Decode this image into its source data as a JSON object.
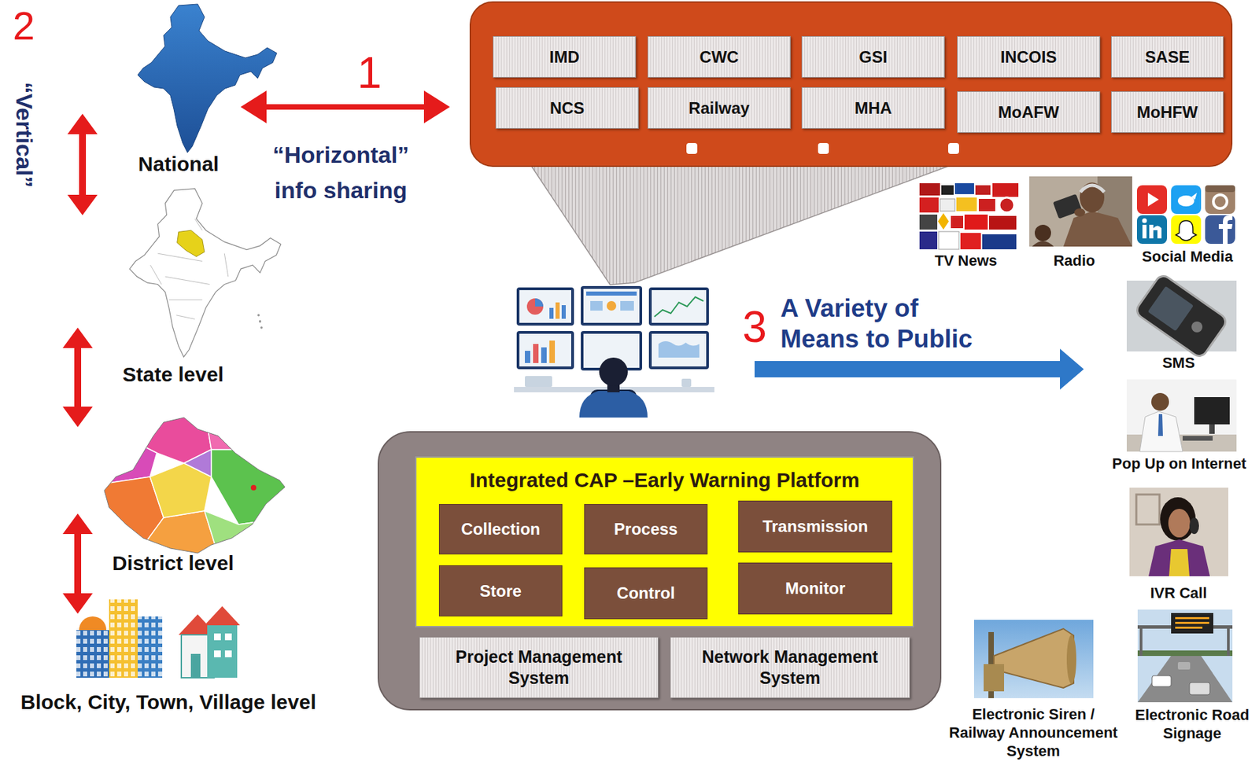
{
  "diagram": {
    "nodes": [
      {
        "text": []
      },
      {
        "text": [
          "IMD"
        ],
        "in": 0
      },
      {
        "text": [
          "CWC"
        ],
        "in": 0
      },
      {
        "text": [
          "GSI"
        ],
        "in": 0
      },
      {
        "text": [
          "INCOIS"
        ],
        "in": 0
      },
      {
        "text": [
          "SASE"
        ],
        "in": 0
      },
      {
        "text": [
          "NCS"
        ],
        "in": 0
      },
      {
        "text": [
          "Railway"
        ],
        "in": 0
      },
      {
        "text": [
          "MHA"
        ],
        "in": 0
      },
      {
        "text": [
          "MoAFW"
        ],
        "in": 0
      },
      {
        "text": [
          "MoHFW"
        ],
        "in": 0
      },
      {
        "text": []
      },
      {
        "text": [
          "Integrated CAP –Early Warning Platform"
        ],
        "in": 11
      },
      {
        "text": [
          "Collection"
        ],
        "in": 12
      },
      {
        "text": [
          "Process"
        ],
        "in": 12
      },
      {
        "text": [
          "Transmission"
        ],
        "in": 12
      },
      {
        "text": [
          "Store"
        ],
        "in": 12
      },
      {
        "text": [
          "Control"
        ],
        "in": 12
      },
      {
        "text": [
          "Monitor"
        ],
        "in": 12
      },
      {
        "text": [
          "Project Management System"
        ],
        "in": 11
      },
      {
        "text": [
          "Network Management System"
        ],
        "in": 11
      }
    ],
    "labels": [
      "2",
      "“Vertical”",
      "National",
      "State level",
      "District level",
      "Block, City, Town, Village level",
      "1",
      "“Horizontal” info sharing",
      "3",
      "A Variety of Means to Public",
      "TV News",
      "Radio",
      "Social Media",
      "SMS",
      "Pop Up on Internet",
      "IVR Call",
      "Electronic Siren / Railway Announcement System",
      "Electronic Road Signage"
    ]
  }
}
